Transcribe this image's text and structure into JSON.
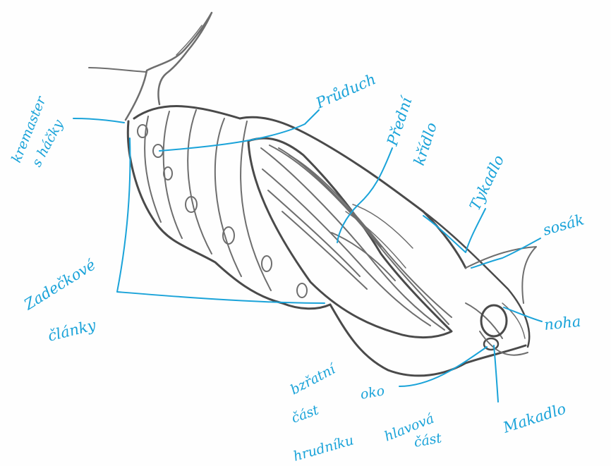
{
  "labels": {
    "kremaster": "kremaster",
    "s_hacky": "s háčky",
    "pruduch": "Průduch",
    "predni": "Přední",
    "kridlo": "křídlo",
    "tykadlo": "Tykadlo",
    "sosak": "sosák",
    "zadeckove": "Zadečkové",
    "clanky": "články",
    "noha": "noha",
    "bzratni": "bzřatní",
    "cast": "část",
    "hrudniku": "hrudníku",
    "oko": "oko",
    "hlavova": "hlavová",
    "cast2": "část",
    "makadlo": "Makadlo"
  },
  "colors": {
    "label_ink": "#1aa3d9",
    "pencil": "#6e6e6e",
    "paper": "#fefefe"
  }
}
